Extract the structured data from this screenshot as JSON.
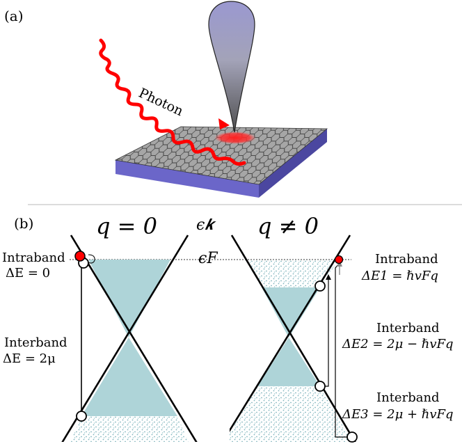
{
  "panel_a": {
    "label": "(a)",
    "photon_label": "Photon"
  },
  "panel_b": {
    "label": "(b)",
    "left_title": "q = 0",
    "right_title": "q ≠ 0",
    "energy_axis_label": "ϵ𝒌",
    "fermi_label": "ϵF",
    "left_annotations": {
      "intraband_title": "Intraband",
      "intraband_eq": "ΔE = 0",
      "interband_title": "Interband",
      "interband_eq": "ΔE = 2μ"
    },
    "right_annotations": {
      "intraband_title": "Intraband",
      "intraband_eq": "ΔE1 = ℏvFq",
      "interband2_title": "Interband",
      "interband2_eq": "ΔE2 = 2μ − ℏvFq",
      "interband3_title": "Interband",
      "interband3_eq": "ΔE3 = 2μ + ℏvFq"
    }
  },
  "colors": {
    "photon_red": "#ff0000",
    "fill_teal": "#aed4d8",
    "dot_teal": "#7fb3bb",
    "substrate_blue": "#6b66c9",
    "substrate_dark": "#4b47a0",
    "sheet_gray": "#9a9a9a",
    "tip_top": "#8f8fc8",
    "tip_bottom": "#6e6e6e"
  }
}
